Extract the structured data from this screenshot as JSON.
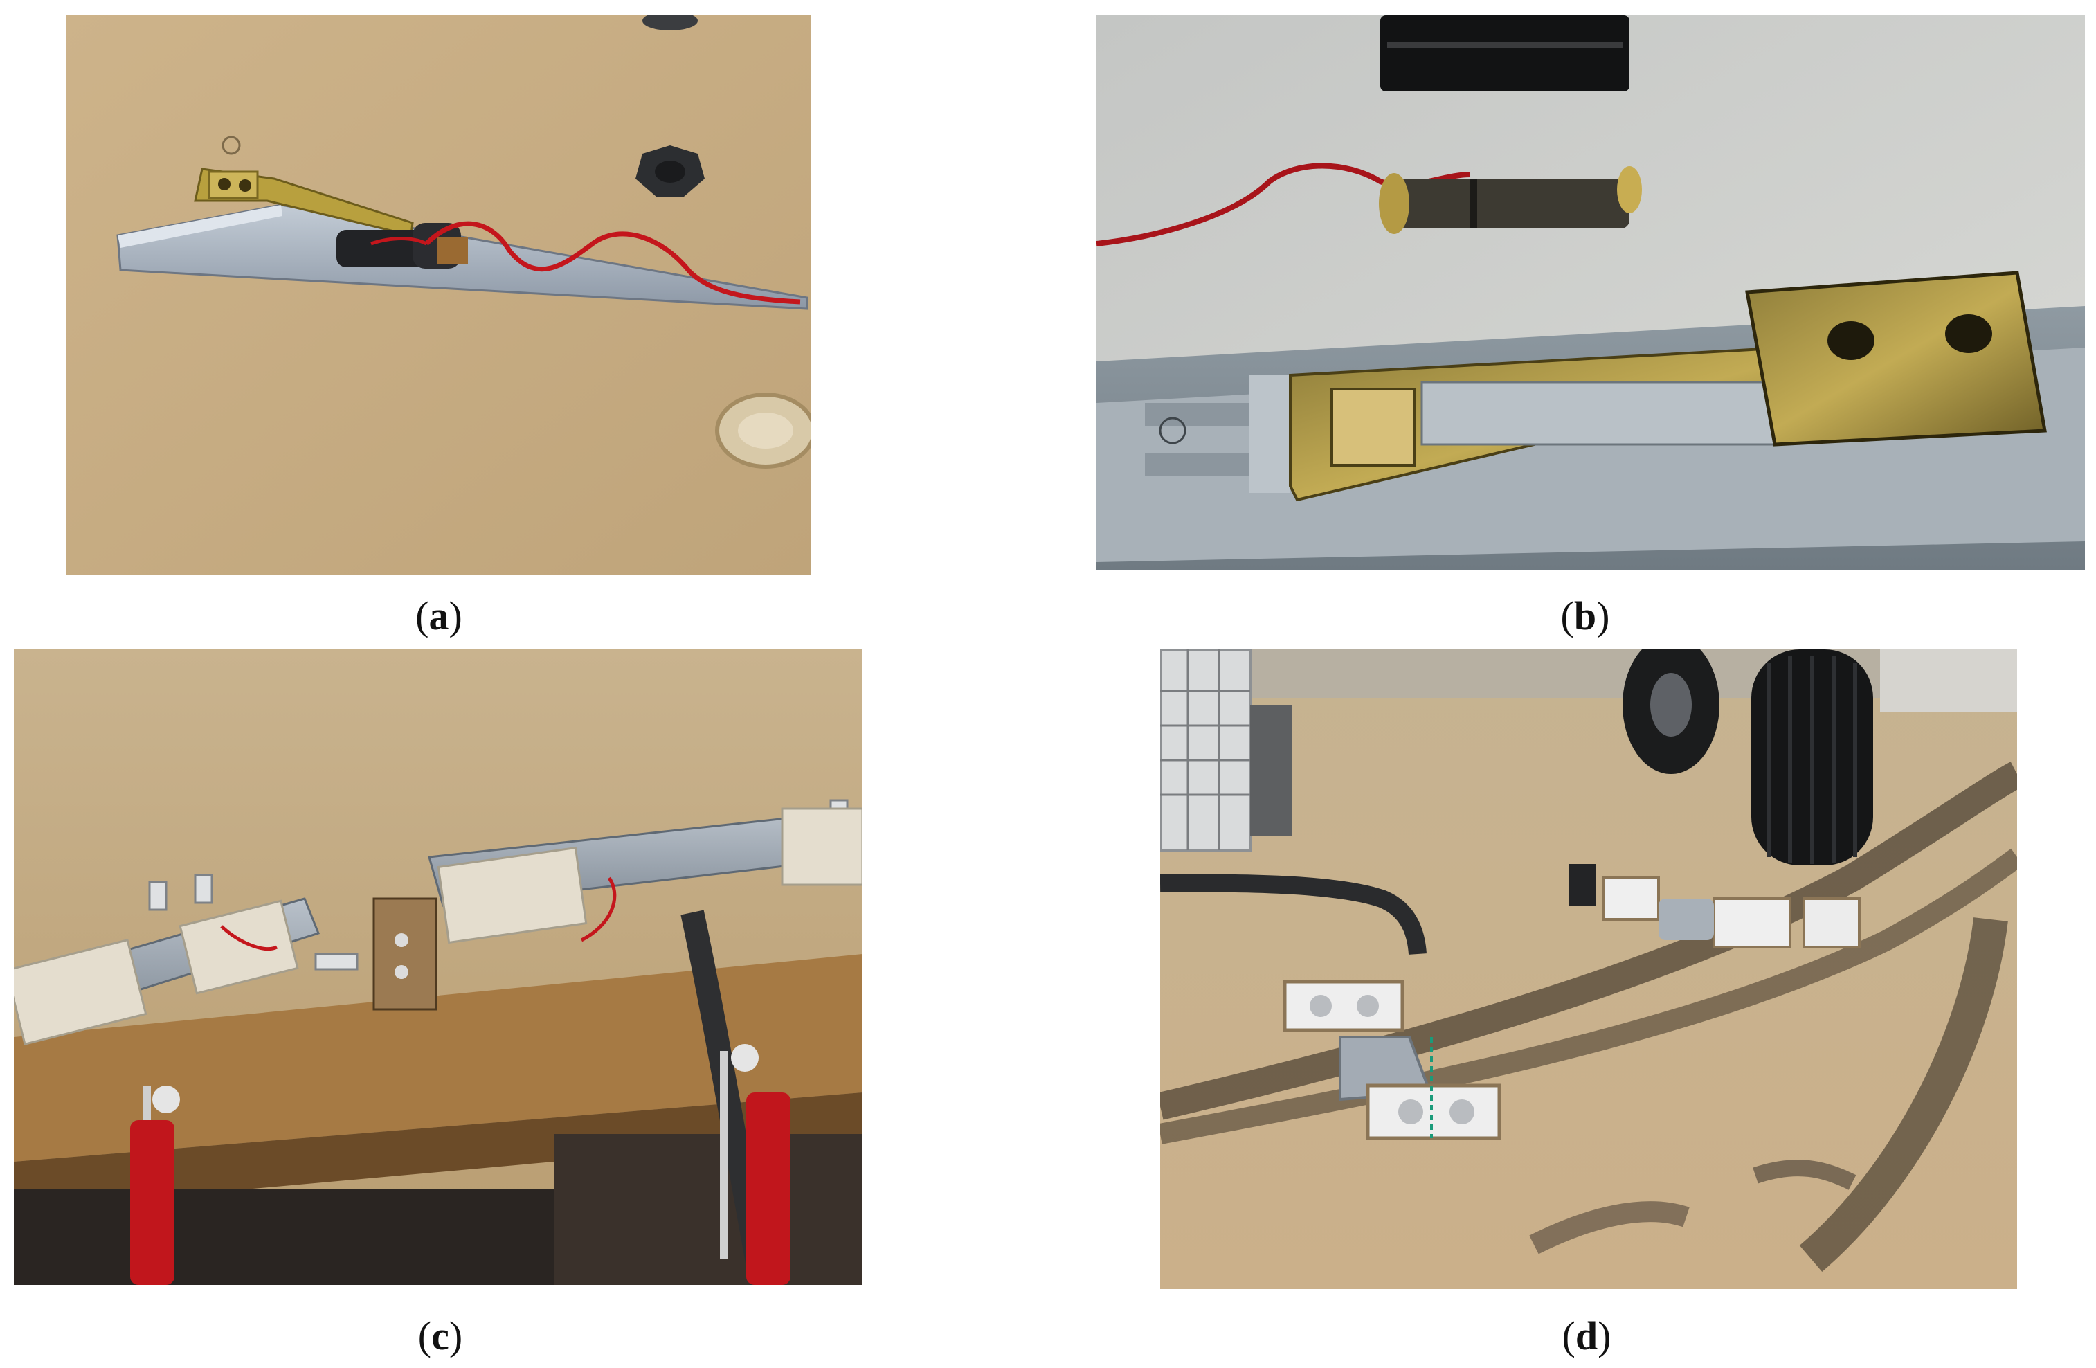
{
  "panels": [
    {
      "id": "a",
      "caption_open": "(",
      "caption_letter": "a",
      "caption_close": ")"
    },
    {
      "id": "b",
      "caption_open": "(",
      "caption_letter": "b",
      "caption_close": ")"
    },
    {
      "id": "c",
      "caption_open": "(",
      "caption_letter": "c",
      "caption_close": ")"
    },
    {
      "id": "d",
      "caption_open": "(",
      "caption_letter": "d",
      "caption_close": ")"
    }
  ],
  "colors": {
    "chipboard": "#c9ae84",
    "gray_profile": "#a6b0bc",
    "brass": "#b59a3c",
    "wire_red": "#c4161c",
    "caption_text": "#111111",
    "background": "#ffffff"
  }
}
